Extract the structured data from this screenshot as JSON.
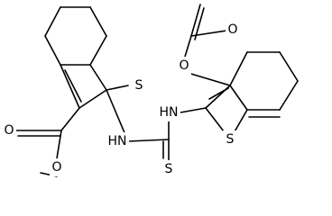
{
  "figure": {
    "kind": "chemical structure",
    "background_color": "#ffffff",
    "line_color": "#000000"
  },
  "atoms": [
    {
      "id": "S1",
      "element": "S",
      "text": "S"
    },
    {
      "id": "N1",
      "element": "N",
      "text": "HN"
    },
    {
      "id": "S3",
      "element": "S",
      "text": "S"
    },
    {
      "id": "N2",
      "element": "N",
      "text": "HN"
    },
    {
      "id": "S2",
      "element": "S",
      "text": "S"
    },
    {
      "id": "O1",
      "element": "O",
      "text": "O"
    },
    {
      "id": "O2",
      "element": "O",
      "text": "O"
    },
    {
      "id": "O3",
      "element": "O",
      "text": "O"
    },
    {
      "id": "O4",
      "element": "O",
      "text": "O"
    }
  ]
}
